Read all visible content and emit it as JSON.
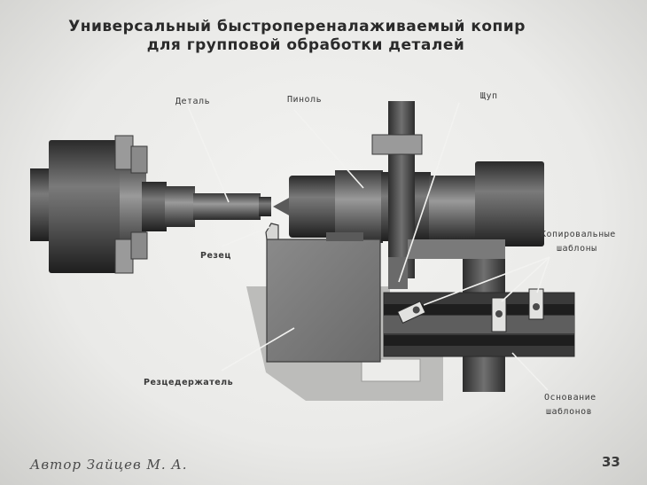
{
  "title": {
    "line1": "Универсальный быстропереналаживаемый копир",
    "line2": "для групповой обработки деталей"
  },
  "labels": {
    "detail": "Деталь",
    "pinol": "Пиноль",
    "probe": "Щуп",
    "cutter": "Резец",
    "copy_templates": [
      "Копировальные",
      "шаблоны"
    ],
    "tool_holder": "Резцедержатель",
    "template_base": [
      "Основание",
      "шаблонов"
    ]
  },
  "footer": {
    "author": "Автор Зайцев М. А.",
    "page": "33"
  }
}
